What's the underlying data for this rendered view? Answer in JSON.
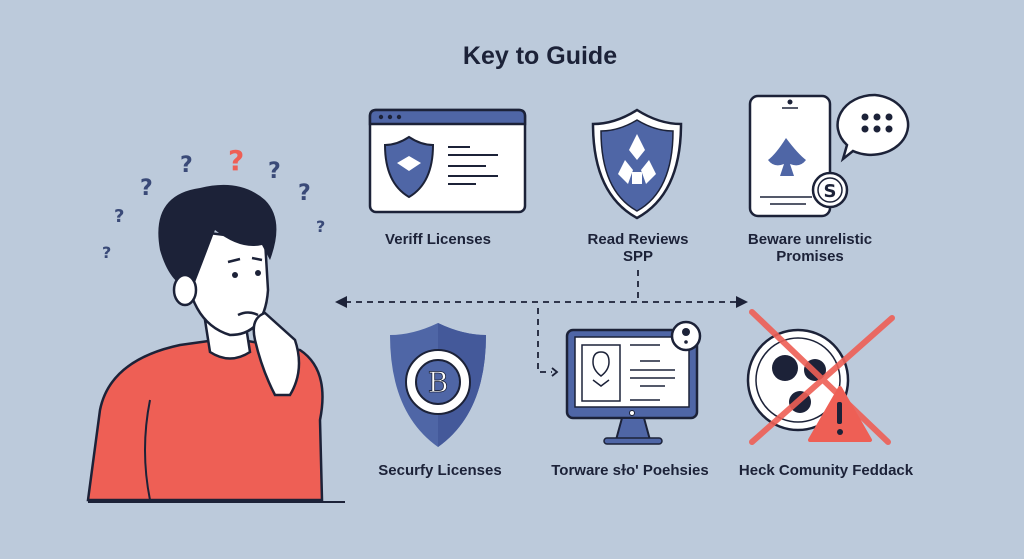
{
  "title": "Key to Guide",
  "colors": {
    "background": "#bccadb",
    "accent_blue": "#4f66a6",
    "warning_red": "#ee5f55",
    "ink": "#1c2238"
  },
  "items": [
    {
      "label": "Veriff Licenses",
      "icon": "browser-shield-icon"
    },
    {
      "label": "Read Reviews",
      "label2": "SPP",
      "icon": "shield-icon"
    },
    {
      "label": "Beware unrelistic",
      "label2": "Promises",
      "icon": "phone-spade-chat-icon"
    },
    {
      "label": "Securfy Licenses",
      "icon": "bitcoin-shield-icon"
    },
    {
      "label": "Torware sɫo' Poehsies",
      "icon": "monitor-profile-icon"
    },
    {
      "label": "Heck Comunity Feddack",
      "icon": "crossed-out-warning-icon"
    }
  ],
  "question_marks": [
    "?",
    "?",
    "?",
    "?",
    "?",
    "?",
    "?",
    "?"
  ]
}
